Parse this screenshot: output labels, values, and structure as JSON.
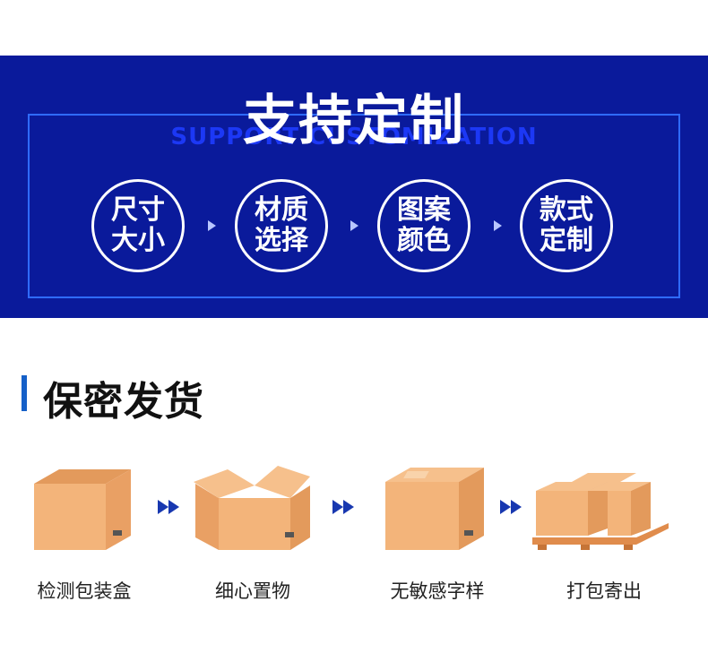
{
  "banner": {
    "title_zh": "支持定制",
    "title_en": "SUPPORT CUSTOMIZATION",
    "steps": [
      {
        "line1": "尺寸",
        "line2": "大小"
      },
      {
        "line1": "材质",
        "line2": "选择"
      },
      {
        "line1": "图案",
        "line2": "颜色"
      },
      {
        "line1": "款式",
        "line2": "定制"
      }
    ]
  },
  "shipping": {
    "title": "保密发货",
    "steps": [
      {
        "label": "检测包装盒",
        "icon": "open-box-icon"
      },
      {
        "label": "细心置物",
        "icon": "open-flaps-box-icon"
      },
      {
        "label": "无敏感字样",
        "icon": "sealed-box-icon"
      },
      {
        "label": "打包寄出",
        "icon": "pallet-boxes-icon"
      }
    ]
  },
  "colors": {
    "banner_bg": "#0a1a9b",
    "frame": "#2f6bff",
    "accent": "#1560c8",
    "box": "#f3b47a"
  }
}
